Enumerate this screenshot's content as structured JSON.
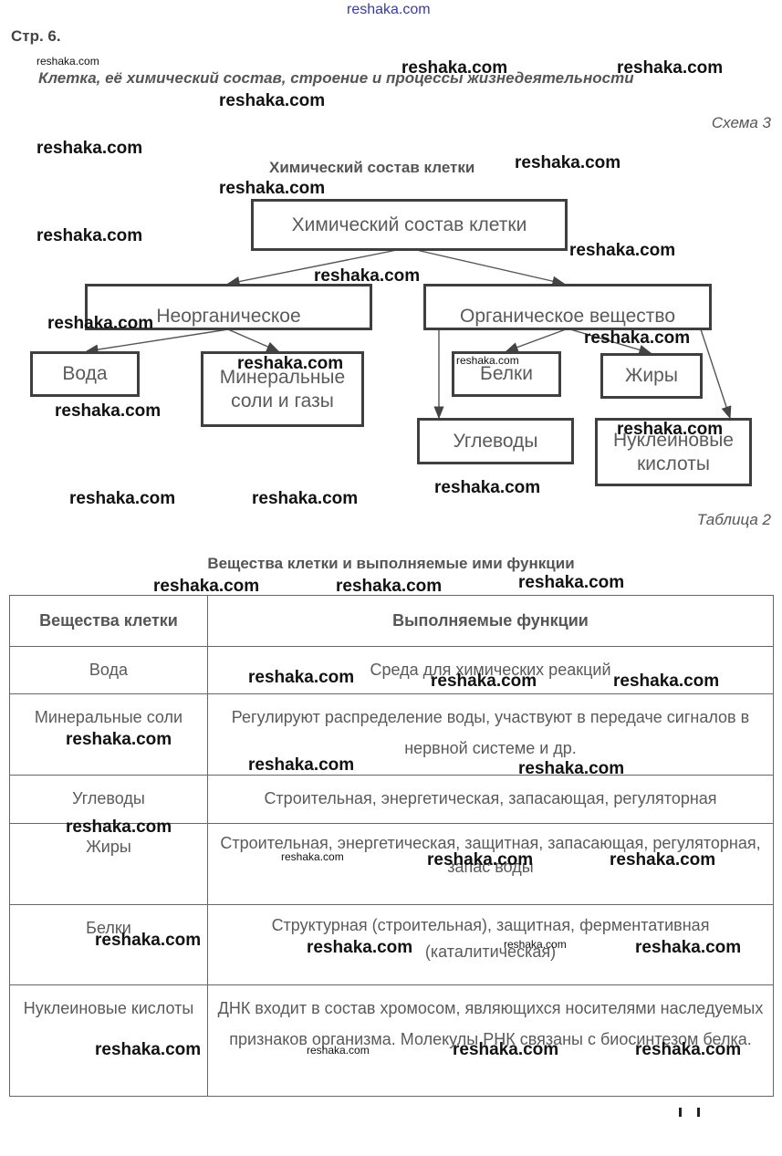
{
  "watermark_site": "reshaka.com",
  "header": {
    "page_number": "Стр. 6.",
    "chapter_title": "Клетка, её химический состав, строение и процессы жизнедеятельности"
  },
  "schema": {
    "label": "Схема 3",
    "title": "Химический состав клетки",
    "root": "Химический состав клетки",
    "inorganic": "Неорганическое",
    "organic": "Органическое вещество",
    "water": "Вода",
    "minerals": "Минеральные соли и газы",
    "proteins": "Белки",
    "fats": "Жиры",
    "carbohydrates": "Углеводы",
    "nucleic_acids": "Нуклеиновые кислоты"
  },
  "table": {
    "label": "Таблица 2",
    "title": "Вещества клетки и выполняемые ими функции",
    "headers": [
      "Вещества клетки",
      "Выполняемые функции"
    ],
    "rows": [
      {
        "substance": "Вода",
        "functions": "Среда для химических реакций"
      },
      {
        "substance": "Минеральные соли",
        "functions": "Регулируют распределение воды, участвуют в передаче сигналов в нервной системе и др."
      },
      {
        "substance": "Углеводы",
        "functions": "Строительная, энергетическая, запасающая, регуляторная"
      },
      {
        "substance": "Жиры",
        "functions": "Строительная, энергетическая, защитная, запасающая, регуляторная, запас воды"
      },
      {
        "substance": "Белки",
        "functions": "Структурная (строительная), защитная, ферментативная (каталитическая)"
      },
      {
        "substance": "Нуклеиновые кислоты",
        "functions": "ДНК входит в состав хромосом, являющихся носителями наследуемых признаков организма. Молекулы РНК связаны с биосинтезом белка."
      }
    ]
  }
}
